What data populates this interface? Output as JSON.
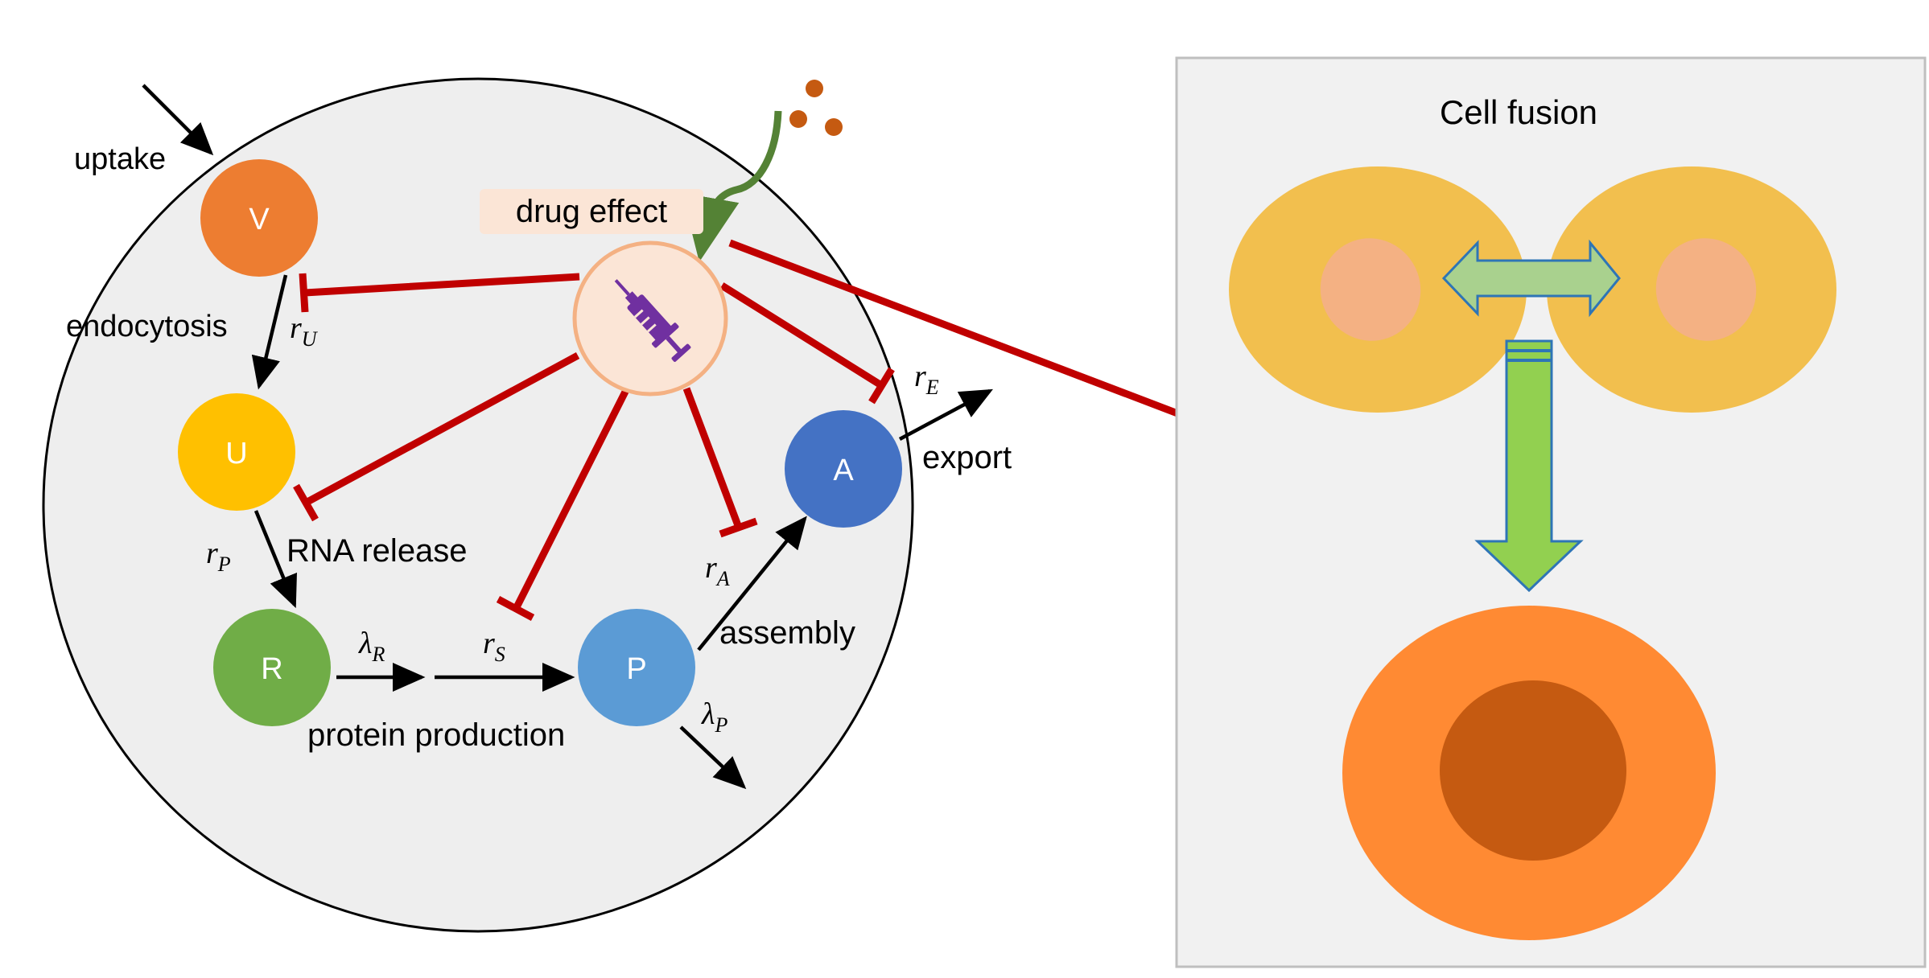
{
  "colors": {
    "cell_fill": "#eeeeee",
    "panel_fill": "#f1f1f1",
    "V": "#ed7d31",
    "U": "#ffc000",
    "R": "#70ad47",
    "P": "#5b9bd5",
    "A": "#4472c4",
    "inhibit": "#c00000",
    "drug_circle": "#fbe5d6",
    "drug_ring": "#f4b183",
    "syringe": "#7030a0",
    "drug_particles": "#c55a11",
    "green_arrow": "#548235",
    "fusing_cell": "#f2bf4e",
    "fusing_nucleus": "#f4b183",
    "double_arrow": "#a9d18e",
    "down_arrow": "#92d050",
    "down_arrow_outline": "#2e75b6",
    "fused_cell": "#ff8a33",
    "fused_nucleus": "#c55a11"
  },
  "icons": {
    "drug": "syringe-icon",
    "particles": "drug-particles-icon"
  },
  "nodes": {
    "V": "V",
    "U": "U",
    "R": "R",
    "P": "P",
    "A": "A"
  },
  "labels": {
    "uptake": "uptake",
    "endocytosis": "endocytosis",
    "rna_release": "RNA release",
    "protein_production": "protein production",
    "assembly": "assembly",
    "export": "export",
    "drug_effect": "drug effect"
  },
  "rates": {
    "r_U": {
      "base": "r",
      "sub": "U"
    },
    "r_P": {
      "base": "r",
      "sub": "P"
    },
    "lambda_R": {
      "base": "λ",
      "sub": "R"
    },
    "r_S": {
      "base": "r",
      "sub": "S"
    },
    "r_A": {
      "base": "r",
      "sub": "A"
    },
    "lambda_P": {
      "base": "λ",
      "sub": "P"
    },
    "r_E": {
      "base": "r",
      "sub": "E"
    }
  },
  "panel": {
    "title": "Cell fusion"
  }
}
